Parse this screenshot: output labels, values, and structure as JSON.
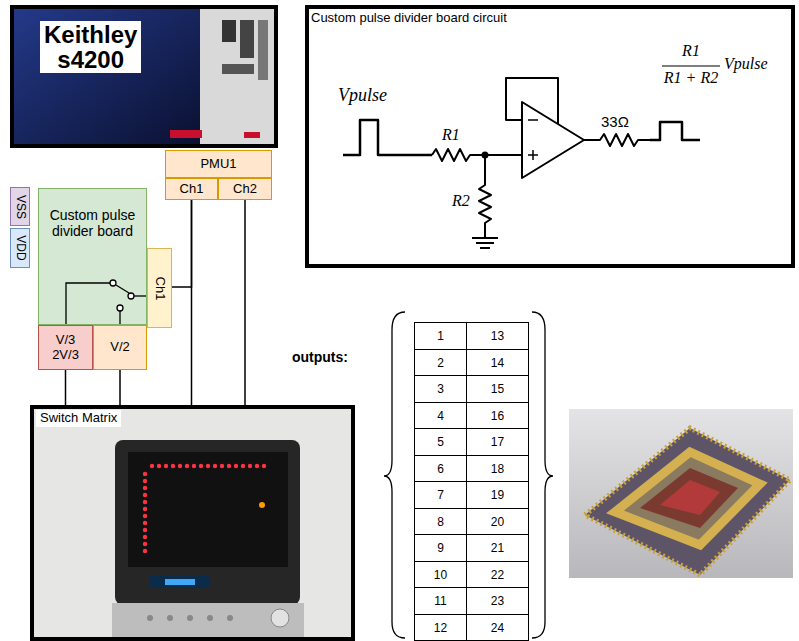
{
  "diagram": {
    "nodes": [
      {
        "text": [
          "Keithley s4200"
        ]
      },
      {
        "text": [
          "Custom pulse divider board circuit"
        ]
      },
      {
        "text": [
          "PMU1"
        ]
      },
      {
        "text": [
          "Ch1"
        ]
      },
      {
        "text": [
          "Ch2"
        ]
      },
      {
        "text": [
          "VSS"
        ]
      },
      {
        "text": [
          "VDD"
        ]
      },
      {
        "text": [
          "Custom pulse divider board"
        ]
      },
      {
        "text": [
          "Ch1"
        ]
      },
      {
        "text": [
          "V/3 2V/3"
        ]
      },
      {
        "text": [
          "V/2"
        ]
      },
      {
        "text": [
          "Switch Matrix"
        ]
      }
    ],
    "edges": [
      {
        "from": 3,
        "to": 11,
        "arrow": "none"
      },
      {
        "from": 3,
        "to": 8,
        "arrow": "none"
      },
      {
        "from": 4,
        "to": 11,
        "arrow": "none"
      },
      {
        "from": 9,
        "to": 11,
        "arrow": "none"
      },
      {
        "from": 10,
        "to": 11,
        "arrow": "none"
      }
    ],
    "labels": [
      "Vpulse",
      "R1",
      "R2",
      "33Ω",
      "R1",
      "R1 + R2",
      "Vpulse",
      "outputs:",
      "1",
      "13",
      "2",
      "14",
      "3",
      "15",
      "4",
      "16",
      "5",
      "17",
      "6",
      "18",
      "7",
      "19",
      "8",
      "20",
      "9",
      "21",
      "10",
      "22",
      "11",
      "23",
      "12",
      "24"
    ]
  }
}
